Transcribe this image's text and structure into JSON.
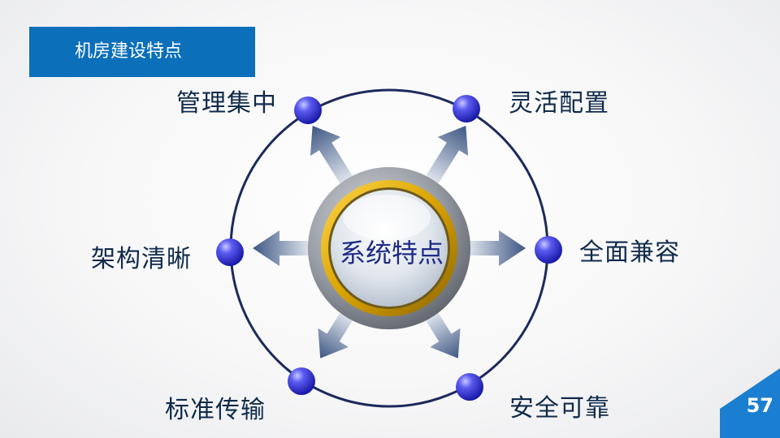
{
  "header": {
    "title": "机房建设特点"
  },
  "diagram": {
    "center": "系统特点",
    "nodes": [
      {
        "label": "管理集中"
      },
      {
        "label": "灵活配置"
      },
      {
        "label": "架构清晰"
      },
      {
        "label": "全面兼容"
      },
      {
        "label": "标准传输"
      },
      {
        "label": "安全可靠"
      }
    ]
  },
  "footer": {
    "page_number": "57"
  },
  "colors": {
    "title_bar": "#0b6fba",
    "ring": "#1c2a5c",
    "node": "#3a3ae0",
    "arrow": "#4a6189",
    "gold_ring": "#e8b400",
    "page_badge": "#1a7fd0"
  }
}
